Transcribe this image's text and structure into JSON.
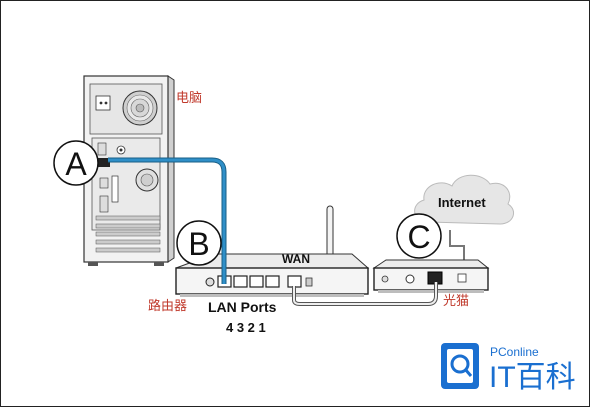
{
  "labels": {
    "computer": "电脑",
    "router": "路由器",
    "modem": "光猫",
    "internet": "Internet",
    "wan": "WAN",
    "lan_ports": "LAN Ports",
    "port_numbers": "4 3 2 1"
  },
  "markers": {
    "a": "A",
    "b": "B",
    "c": "C"
  },
  "watermark": {
    "brand": "PConline",
    "title": "IT百科"
  },
  "colors": {
    "cable_blue": "#2f8fc8",
    "cable_dark": "#1a5f86",
    "label_red": "#c0392b",
    "brand_blue": "#1a6fd0"
  },
  "icons": [
    "computer-tower-icon",
    "router-icon",
    "modem-icon",
    "internet-cloud-icon",
    "antenna-icon",
    "pconline-logo-icon"
  ]
}
